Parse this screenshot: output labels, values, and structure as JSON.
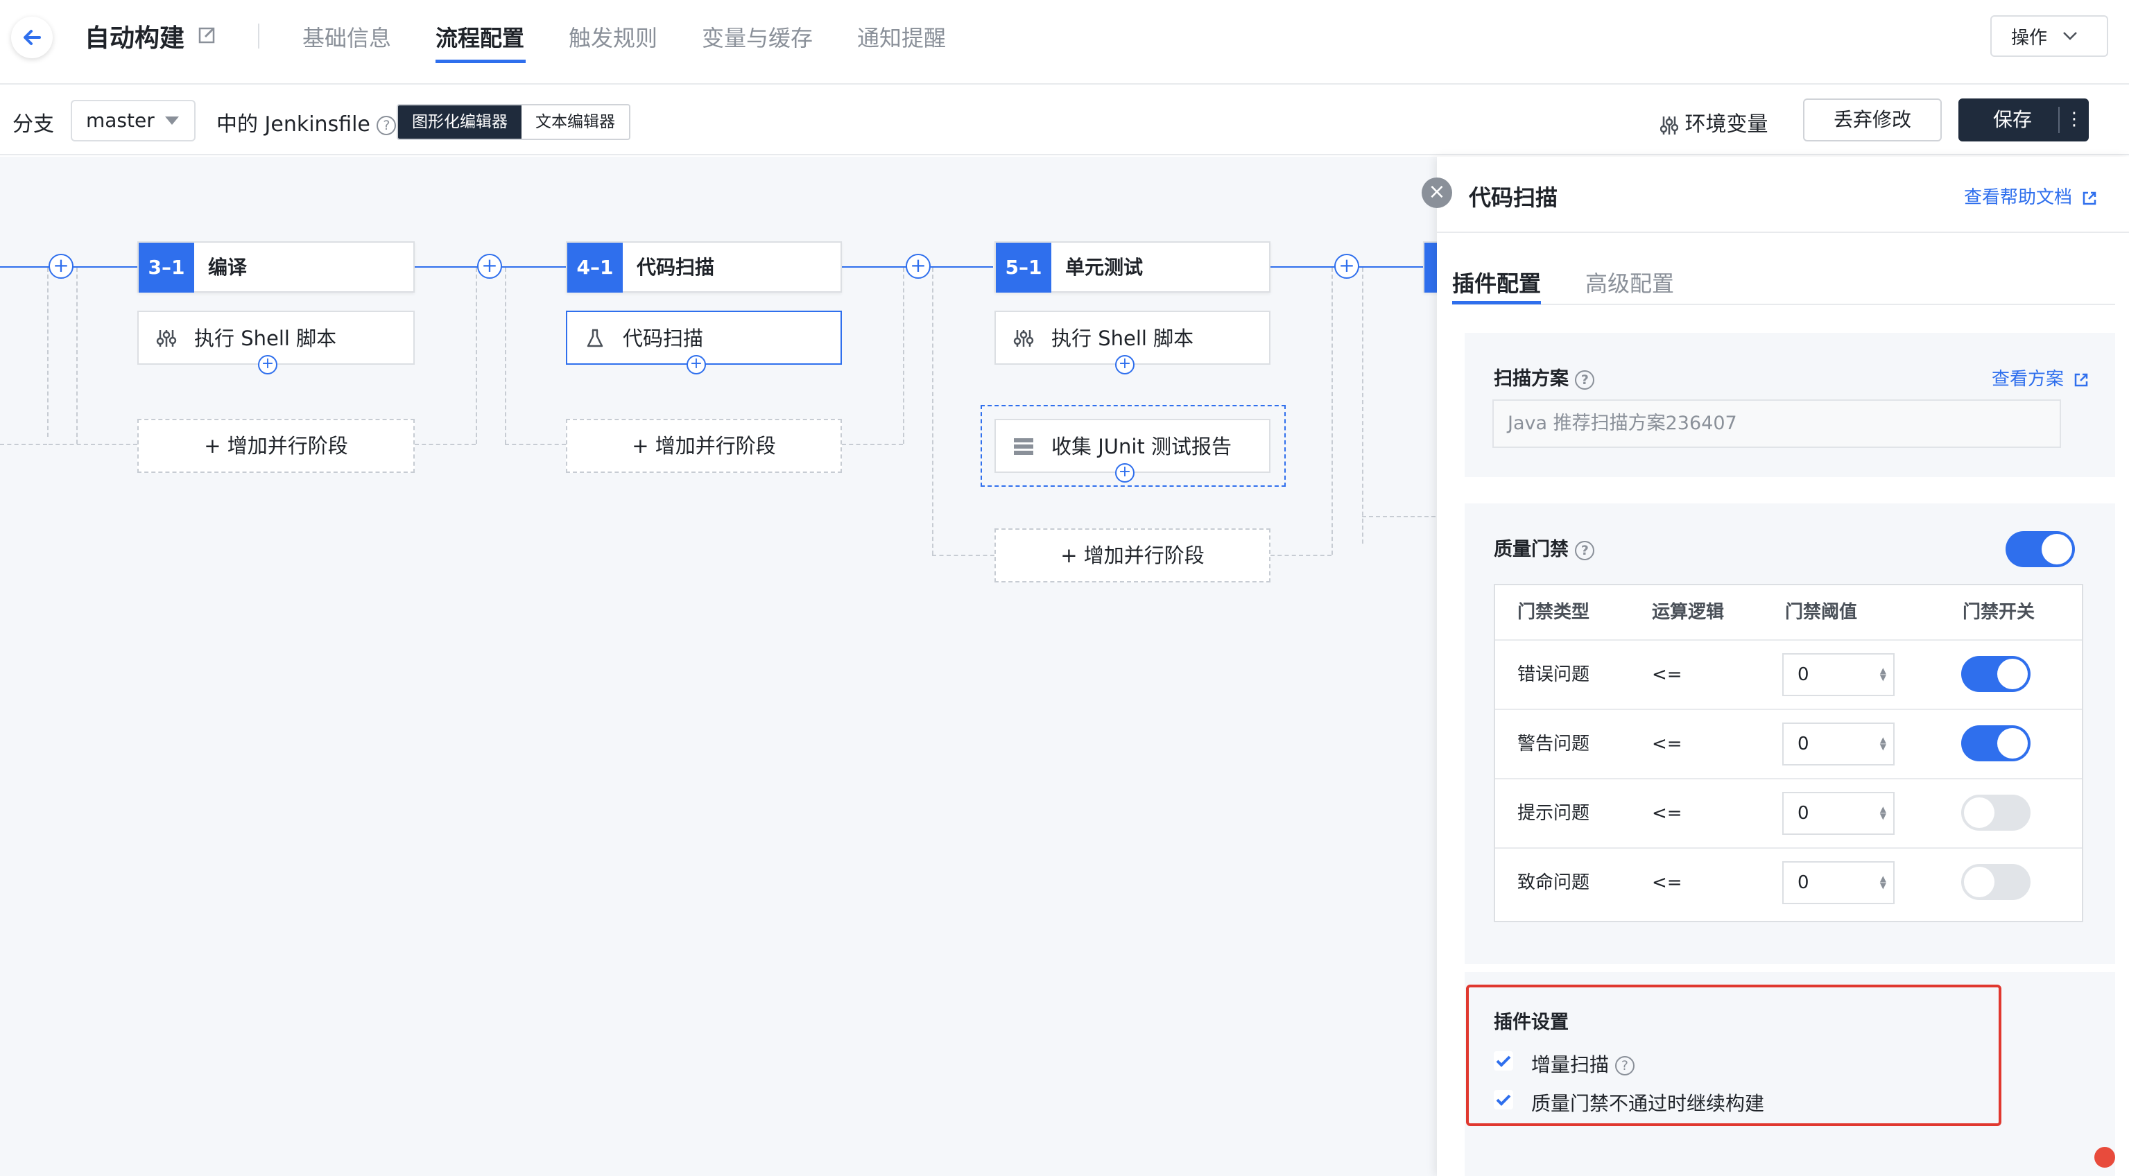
{
  "header": {
    "title": "自动构建",
    "tabs": [
      {
        "label": "基础信息"
      },
      {
        "label": "流程配置"
      },
      {
        "label": "触发规则"
      },
      {
        "label": "变量与缓存"
      },
      {
        "label": "通知提醒"
      }
    ],
    "active_tab": "流程配置",
    "ops_label": "操作"
  },
  "toolbar": {
    "branch_label": "分支",
    "branch_value": "master",
    "jenkinsfile_label": "中的 Jenkinsfile",
    "graphic_editor": "图形化编辑器",
    "text_editor": "文本编辑器",
    "env_vars": "环境变量",
    "discard": "丢弃修改",
    "save": "保存"
  },
  "pipeline": {
    "stages": [
      {
        "num": "3–1",
        "name": "编译",
        "steps": [
          {
            "label": "执行 Shell 脚本",
            "icon": "sliders-icon"
          }
        ],
        "add_parallel": "+ 增加并行阶段"
      },
      {
        "num": "4–1",
        "name": "代码扫描",
        "steps": [
          {
            "label": "代码扫描",
            "icon": "flask-icon"
          }
        ],
        "add_parallel": "+ 增加并行阶段"
      },
      {
        "num": "5–1",
        "name": "单元测试",
        "steps": [
          {
            "label": "执行 Shell 脚本",
            "icon": "sliders-icon"
          },
          {
            "label": "收集 JUnit 测试报告",
            "icon": "stack-icon"
          }
        ],
        "add_parallel": "+ 增加并行阶段"
      }
    ]
  },
  "panel": {
    "title": "代码扫描",
    "help_link": "查看帮助文档",
    "tabs": [
      {
        "label": "插件配置"
      },
      {
        "label": "高级配置"
      }
    ],
    "scan_scheme": {
      "title": "扫描方案",
      "view_link": "查看方案",
      "value": "Java 推荐扫描方案236407"
    },
    "quality_gate": {
      "title": "质量门禁",
      "enabled": true,
      "columns": [
        "门禁类型",
        "运算逻辑",
        "门禁阈值",
        "门禁开关"
      ],
      "rows": [
        {
          "type": "错误问题",
          "op": "<=",
          "threshold": "0",
          "enabled": true
        },
        {
          "type": "警告问题",
          "op": "<=",
          "threshold": "0",
          "enabled": true
        },
        {
          "type": "提示问题",
          "op": "<=",
          "threshold": "0",
          "enabled": false
        },
        {
          "type": "致命问题",
          "op": "<=",
          "threshold": "0",
          "enabled": false
        }
      ]
    },
    "plugin_settings": {
      "title": "插件设置",
      "options": [
        {
          "label": "增量扫描",
          "checked": true
        },
        {
          "label": "质量门禁不通过时继续构建",
          "checked": true
        }
      ]
    }
  },
  "colors": {
    "accent": "#2f6fed",
    "dark": "#1f2b3c",
    "highlight": "#e0382f"
  }
}
